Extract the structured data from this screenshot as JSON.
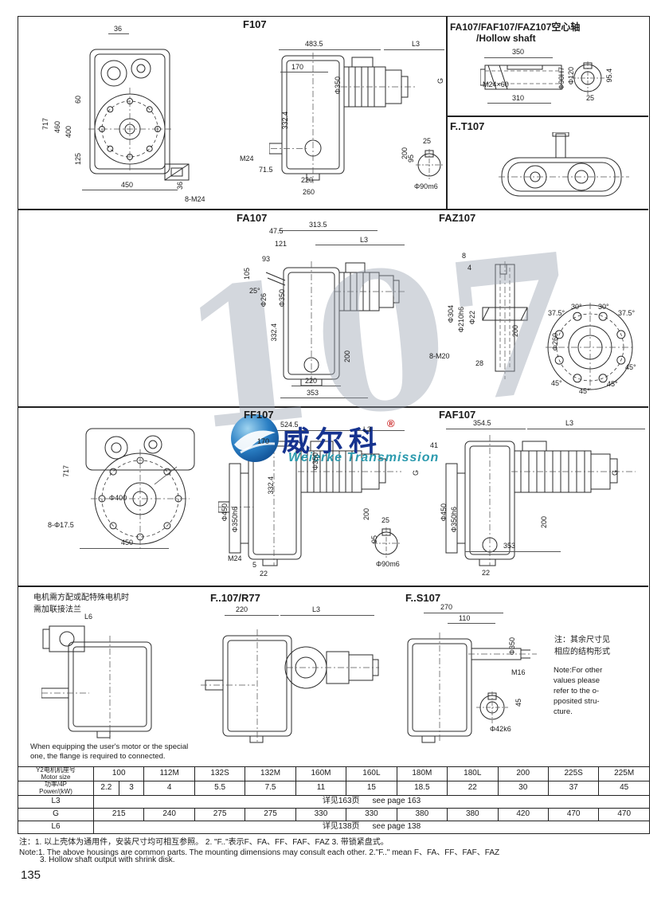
{
  "meta": {
    "page_number": "135"
  },
  "watermark": {
    "big": "107",
    "logo_cn": "威尔科",
    "reg": "®",
    "logo_en": "Weierke Transmission",
    "colors": {
      "gray": "#96a0af",
      "navy": "#16338f",
      "teal": "#2b9aae",
      "red": "#cc2a2a",
      "blue": "#2a7fc4"
    }
  },
  "front_top": {
    "d36_top": "36",
    "d717": "717",
    "d460": "460",
    "d400": "400",
    "d60": "60",
    "d125": "125",
    "d450": "450",
    "d36_side": "36",
    "d8m24": "8-M24"
  },
  "f107": {
    "title": "F107",
    "d4835": "483.5",
    "l3": "L3",
    "d170": "170",
    "d350": "Φ350",
    "d3324": "332.4",
    "m24": "M24",
    "d715": "71.5",
    "d220": "220",
    "d260": "260",
    "d200": "200",
    "g": "G",
    "d25": "25",
    "d95": "95",
    "d90m6": "Φ90m6"
  },
  "hollow": {
    "title1": "FA107/FAF107/FAZ107空心轴",
    "title2": "/Hollow shaft",
    "d350": "350",
    "d310": "310",
    "m24x60": "M24×60",
    "d90h7": "Φ90H7",
    "d120": "Φ120",
    "d954": "95.4",
    "d25": "25"
  },
  "ft107": {
    "title": "F..T107"
  },
  "fa107": {
    "title": "FA107",
    "d475": "47.5",
    "d3135": "313.5",
    "d121": "121",
    "l3": "L3",
    "d93": "93",
    "d105": "105",
    "a25": "25°",
    "d26": "Φ26",
    "d350": "Φ350",
    "d3324": "332.4",
    "d200": "200",
    "d220": "220",
    "d353": "353"
  },
  "faz107": {
    "title": "FAZ107",
    "d8": "8",
    "d4": "4",
    "d304": "Φ304",
    "d210h6": "Φ210h6",
    "d22": "Φ22",
    "d8m20": "8-M20",
    "d28": "28",
    "d200": "200",
    "a375l": "37.5°",
    "a30l": "30°",
    "a30r": "30°",
    "a375r": "37.5°",
    "d260": "Φ260",
    "a45_1": "45°",
    "a45_2": "45°",
    "a45_3": "45°",
    "a45_4": "45°"
  },
  "front_mid": {
    "d717": "717",
    "d400": "Φ400",
    "d8d175": "8-Φ17.5",
    "d450": "450"
  },
  "ff107": {
    "title": "FF107",
    "d5245": "524.5",
    "d170": "170",
    "l3": "L3",
    "d350": "Φ350",
    "d3324": "332.4",
    "g": "G",
    "d200": "200",
    "d450": "Φ450",
    "d350h6": "Φ350h6",
    "m24": "M24",
    "d5": "5",
    "d22": "22",
    "d25": "25",
    "d95": "95",
    "d90m6": "Φ90m6"
  },
  "faf107": {
    "title": "FAF107",
    "d3545": "354.5",
    "l3": "L3",
    "d41": "41",
    "g": "G",
    "d450": "Φ450",
    "d350h6": "Φ350h6",
    "d353": "353",
    "d200": "200",
    "d22": "22"
  },
  "flange_panel": {
    "cn1": "电机需方配或配特殊电机时",
    "cn2": "需加联接法兰",
    "l6": "L6",
    "en1": "When equipping the user's motor or the special",
    "en2": "one, the flange is required to connected."
  },
  "fr77": {
    "title": "F..107/R77",
    "d220": "220",
    "l3": "L3"
  },
  "fs107": {
    "title": "F..S107",
    "d270": "270",
    "d110": "110",
    "d350": "Φ350",
    "m16": "M16",
    "d45": "45",
    "d42k6": "Φ42k6"
  },
  "note_right": {
    "cn1": "注：其余尺寸见",
    "cn2": "相应的结构形式",
    "en1": "Note:For other",
    "en2": "values please",
    "en3": "refer to the o-",
    "en4": "pposited stru-",
    "en5": "cture."
  },
  "table": {
    "rowhead": {
      "size_cn": "Y2电机机座号",
      "size_en": "Motor size",
      "power_cn": "功率/4P",
      "power_en": "Power/(kW)",
      "l3": "L3",
      "g": "G",
      "l6": "L6"
    },
    "motor_sizes": [
      "100",
      "112M",
      "132S",
      "132M",
      "160M",
      "160L",
      "180M",
      "180L",
      "200",
      "225S",
      "225M"
    ],
    "power": [
      "2.2",
      "3",
      "4",
      "5.5",
      "7.5",
      "11",
      "15",
      "18.5",
      "22",
      "30",
      "37",
      "45"
    ],
    "l3_cn": "详见163页",
    "l3_en": "see page 163",
    "g_values": [
      "215",
      "240",
      "275",
      "275",
      "330",
      "330",
      "380",
      "380",
      "420",
      "470",
      "470"
    ],
    "l6_cn": "详见138页",
    "l6_en": "see page 138"
  },
  "notes": {
    "cn": "注：1. 以上壳体为通用件，安装尺寸均可相互参照。  2. \"F..\"表示F、FA、FF、FAF、FAZ  3. 带锁紧盘式。",
    "en1": "Note:1. The above housings are common parts. The mounting dimensions may consult each other.  2.\"F..\" mean F、FA、FF、FAF、FAZ",
    "en2": "3. Hollow shaft output with shrink disk."
  }
}
